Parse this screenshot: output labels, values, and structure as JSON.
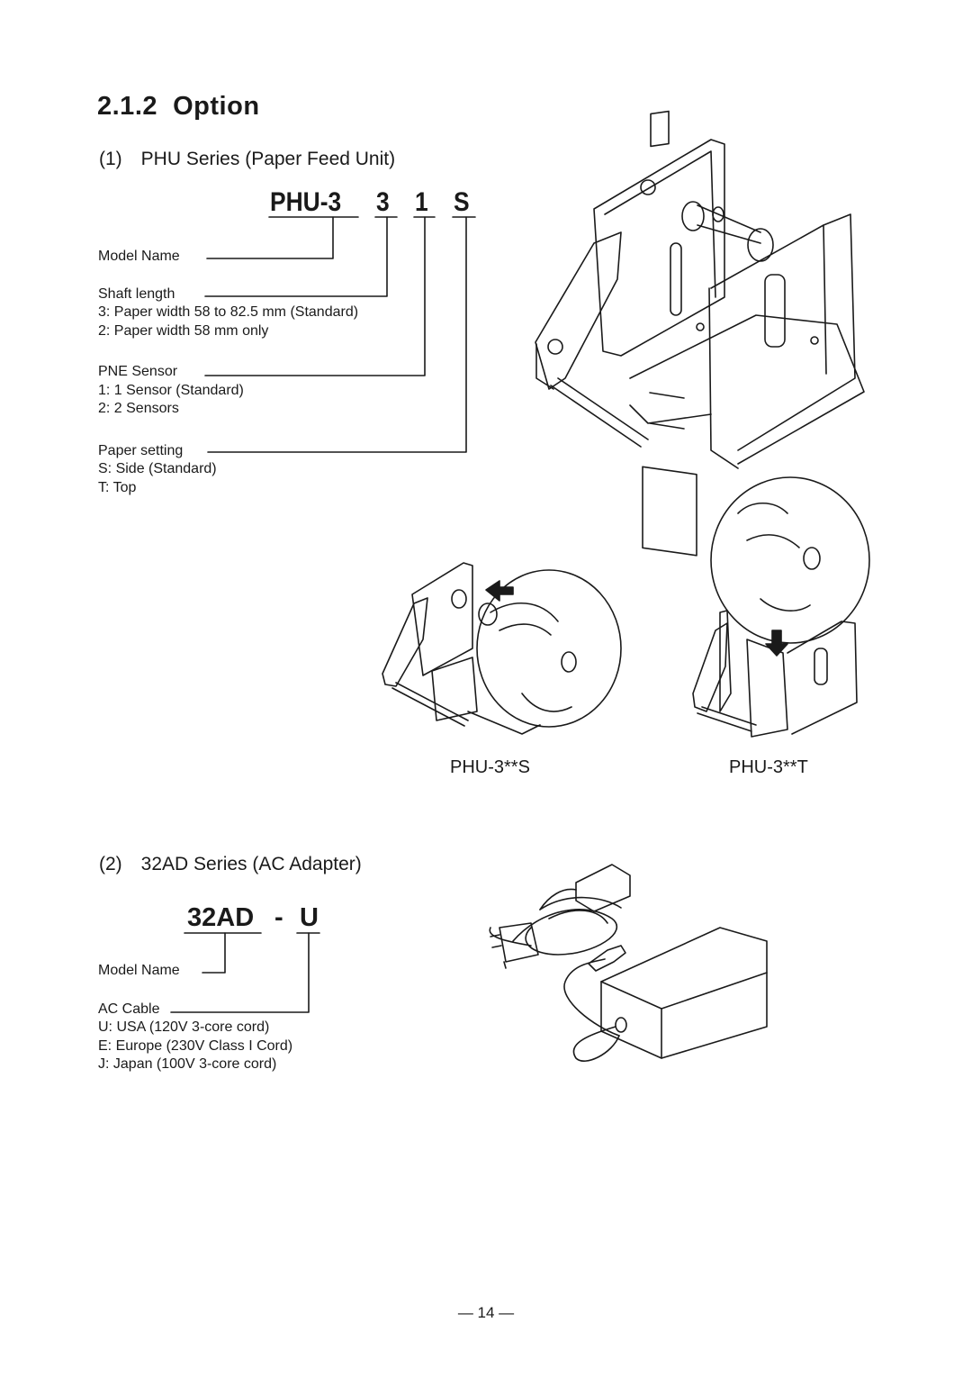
{
  "section": {
    "number": "2.1.2",
    "title": "Option"
  },
  "phu": {
    "heading": "(1) PHU Series (Paper Feed Unit)",
    "code": {
      "base": "PHU-3",
      "shaft": "3",
      "sensor": "1",
      "setting": "S"
    },
    "model_name": "Model Name",
    "shaft_length": {
      "label": "Shaft length",
      "options": [
        "3: Paper width 58 to 82.5 mm (Standard)",
        "2: Paper width 58 mm only"
      ]
    },
    "pne_sensor": {
      "label": "PNE Sensor",
      "options": [
        "1: 1 Sensor (Standard)",
        "2: 2 Sensors"
      ]
    },
    "paper_setting": {
      "label": "Paper setting",
      "options": [
        "S: Side (Standard)",
        "T: Top"
      ]
    },
    "captions": {
      "side": "PHU-3**S",
      "top": "PHU-3**T"
    }
  },
  "adapter": {
    "heading": "(2) 32AD Series (AC Adapter)",
    "code": {
      "base": "32AD",
      "dash": "-",
      "cable": "U"
    },
    "model_name": "Model Name",
    "ac_cable": {
      "label": "AC Cable",
      "options": [
        "U: USA (120V 3-core cord)",
        "E: Europe (230V Class I Cord)",
        "J: Japan (100V 3-core cord)"
      ]
    }
  },
  "page_number": "— 14 —"
}
